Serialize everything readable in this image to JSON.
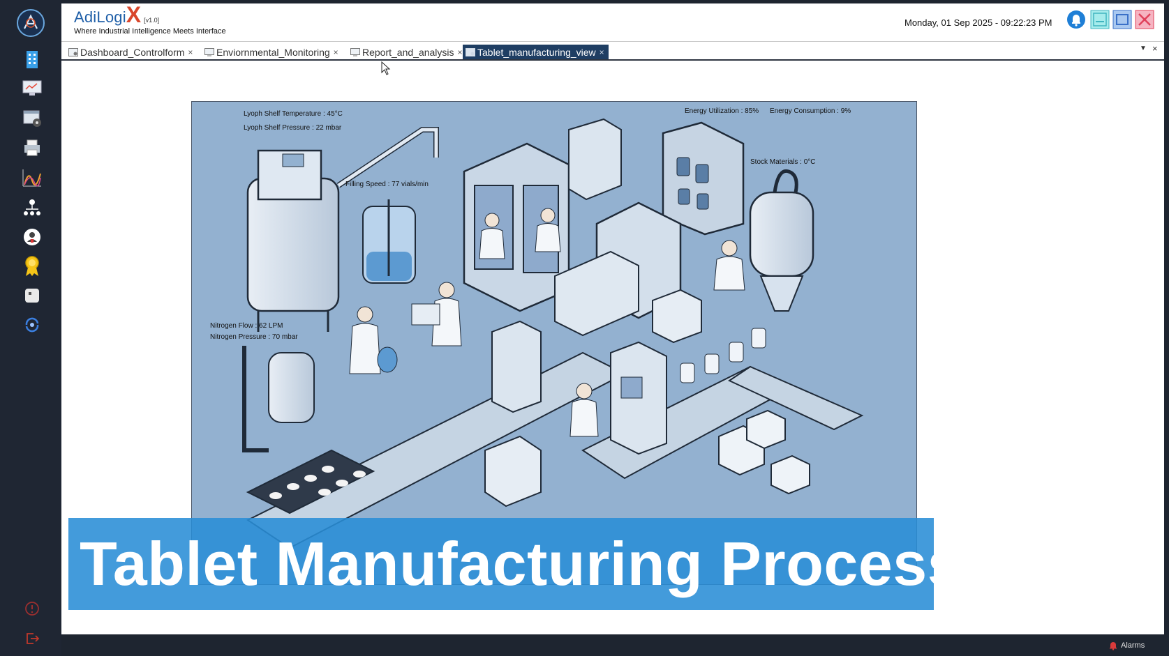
{
  "app": {
    "brand_name": "AdiLogi",
    "brand_x": "X",
    "version": "[v1.0]",
    "tagline": "Where Industrial Intelligence Meets Interface",
    "datetime": "Monday, 01 Sep 2025 - 09:22:23 PM"
  },
  "sidebar": {
    "icons": [
      "logo-icon",
      "building-icon",
      "monitor-icon",
      "gear-window-icon",
      "printer-icon",
      "chart-icon",
      "hierarchy-icon",
      "user-badge-icon",
      "award-icon",
      "document-icon",
      "sync-icon",
      "info-icon",
      "logout-icon"
    ]
  },
  "tabs": [
    {
      "label": "Dashboard_Controlform",
      "active": false
    },
    {
      "label": "Enviornmental_Monitoring",
      "active": false
    },
    {
      "label": "Report_and_analysis",
      "active": false
    },
    {
      "label": "Tablet_manufacturing_view",
      "active": true
    }
  ],
  "scene": {
    "lyoph_temp": "Lyoph Shelf Temperature : 45°C",
    "lyoph_pressure": "Lyoph Shelf Pressure :  22 mbar",
    "filling_speed": "Filling Speed :   77 vials/min",
    "energy_util": "Energy Utilization : 85%",
    "energy_cons": "Energy Consumption : 9%",
    "stock": "Stock Materials : 0°C",
    "nitrogen_flow": "Nitrogen Flow :   62 LPM",
    "nitrogen_pressure": "Nitrogen Pressure : 70 mbar"
  },
  "banner": {
    "title": "Tablet Manufacturing Process"
  },
  "status": {
    "alarms": "Alarms"
  },
  "colors": {
    "sidebar": "#1f2633",
    "banner": "#298dd6",
    "scene_bg": "#93b1d0",
    "active_tab": "#1f3e63",
    "brand": "#1f5fa8",
    "brand_x": "#d9462b"
  }
}
